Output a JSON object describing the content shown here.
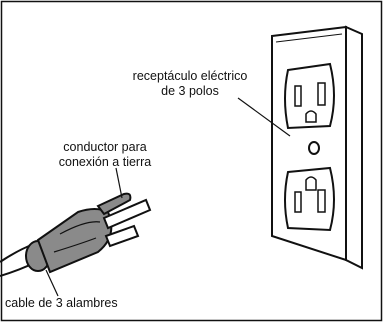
{
  "labels": {
    "receptacle_line1": "receptáculo eléctrico",
    "receptacle_line2": "de 3 polos",
    "ground_line1": "conductor para",
    "ground_line2": "conexión a tierra",
    "cable": "cable de 3 alambres"
  },
  "colors": {
    "stroke": "#111111",
    "plug_fill": "#8a8a8a",
    "plate_fill": "#ffffff"
  }
}
